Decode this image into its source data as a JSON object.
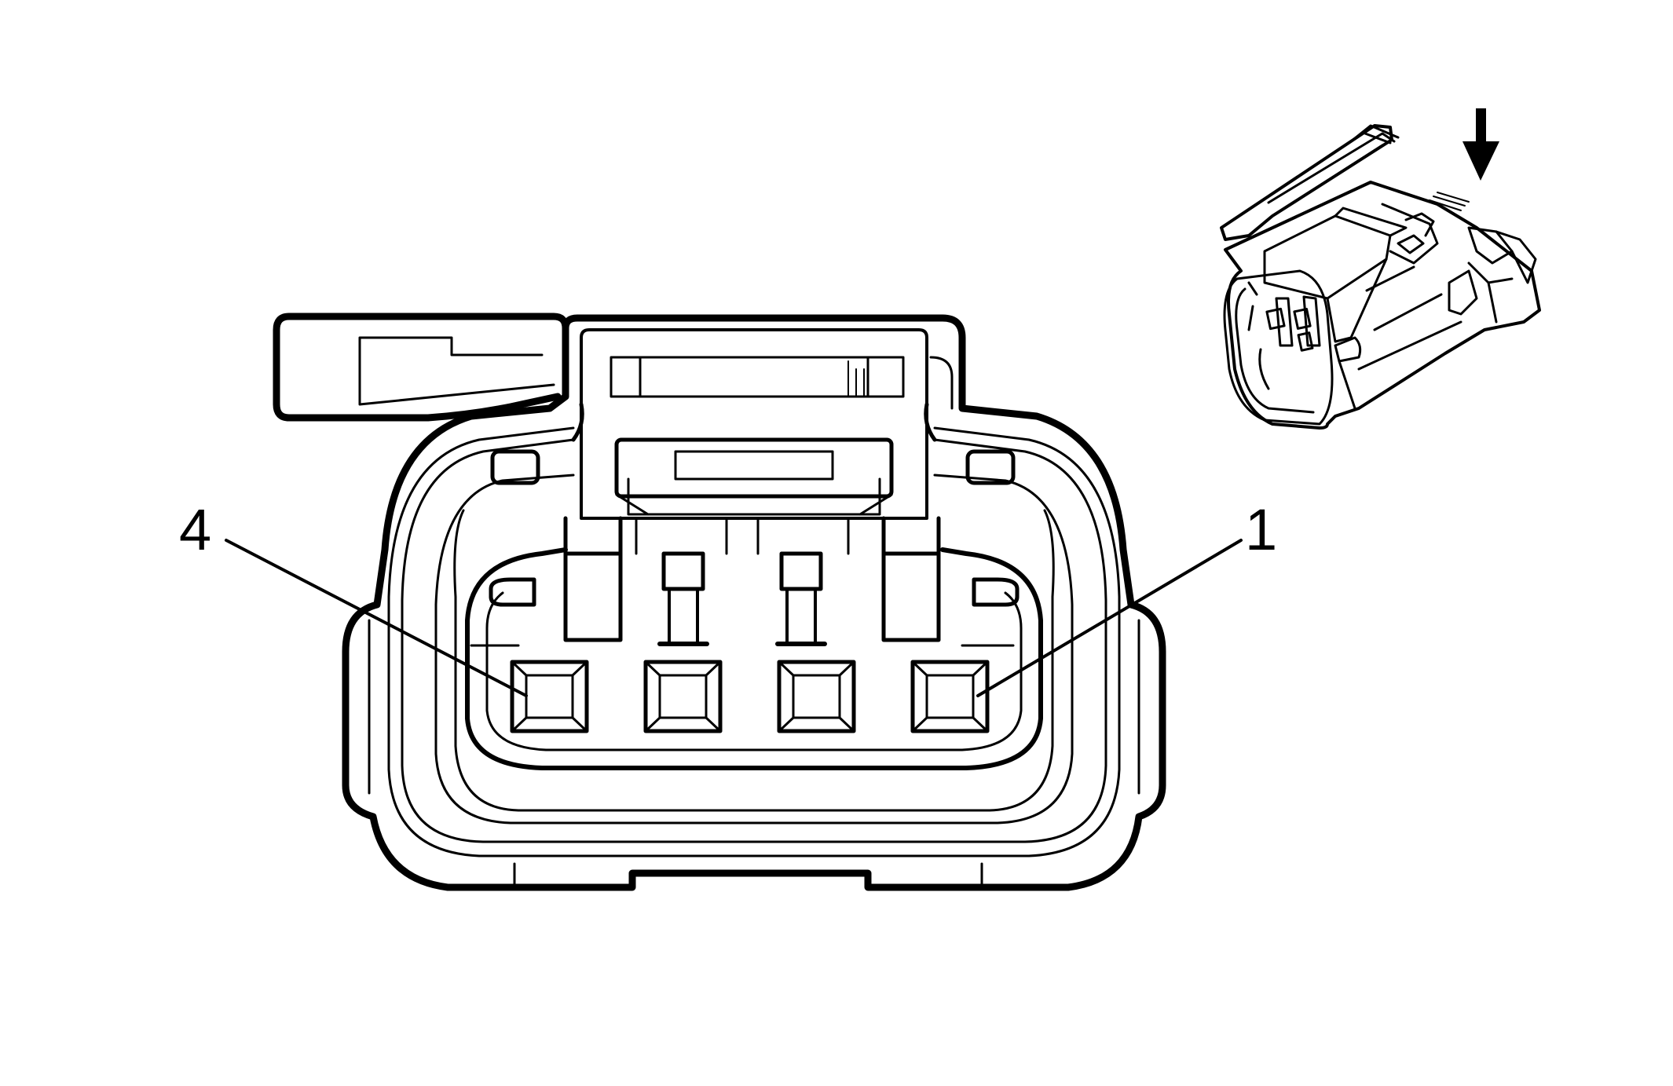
{
  "diagram": {
    "type": "connector-end-view",
    "cavity_count": 4,
    "pin_labels": {
      "left": "4",
      "right": "1"
    },
    "line_color": "#000000",
    "background_color": "#ffffff",
    "inset": {
      "view": "isometric-connector",
      "arrow_direction": "down"
    }
  }
}
